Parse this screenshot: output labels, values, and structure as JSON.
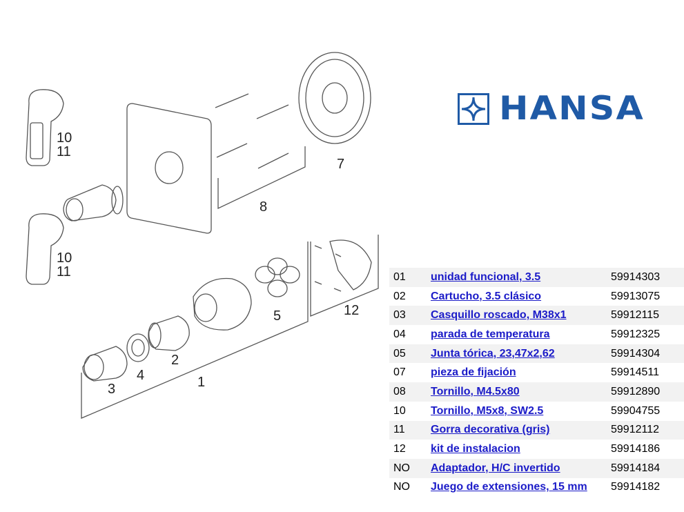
{
  "brand": {
    "name": "HANSA",
    "color": "#1f5aa6"
  },
  "link_color": "#1b1bc8",
  "callouts": [
    "10",
    "11",
    "10",
    "11",
    "7",
    "8",
    "12",
    "5",
    "2",
    "1",
    "3",
    "4"
  ],
  "parts": [
    {
      "no": "01",
      "desc": "unidad funcional,  3.5",
      "art": "59914303"
    },
    {
      "no": "02",
      "desc": "Cartucho, 3.5 clásico",
      "art": "59913075"
    },
    {
      "no": "03",
      "desc": "Casquillo roscado, M38x1",
      "art": "59912115"
    },
    {
      "no": "04",
      "desc": "parada de temperatura",
      "art": "59912325"
    },
    {
      "no": "05",
      "desc": "Junta tórica, 23,47x2,62",
      "art": "59914304"
    },
    {
      "no": "07",
      "desc": "pieza de fijación",
      "art": "59914511"
    },
    {
      "no": "08",
      "desc": "Tornillo, M4.5x80",
      "art": "59912890"
    },
    {
      "no": "10",
      "desc": "Tornillo, M5x8, SW2.5",
      "art": "59904755"
    },
    {
      "no": "11",
      "desc": "Gorra decorativa (gris)",
      "art": "59912112"
    },
    {
      "no": "12",
      "desc": "kit de instalacion",
      "art": "59914186"
    },
    {
      "no": "NO",
      "desc": "Adaptador, H/C invertido",
      "art": "59914184"
    },
    {
      "no": "NO",
      "desc": "Juego de extensiones, 15 mm",
      "art": "59914182"
    }
  ]
}
